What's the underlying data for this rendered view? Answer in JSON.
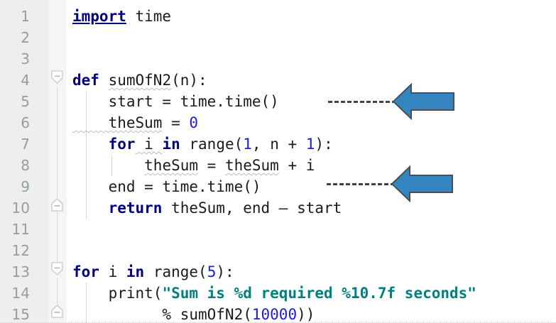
{
  "editor": {
    "language": "Python",
    "background_color": "#ffffff",
    "gutter_color": "#eceeef",
    "line_number_color": "#999c9e",
    "keyword_color": "#000080",
    "number_color": "#1a1aee",
    "string_color": "#008080",
    "text_color": "#1b1b1b",
    "line_numbers": [
      "1",
      "2",
      "3",
      "4",
      "5",
      "6",
      "7",
      "8",
      "9",
      "10",
      "11",
      "12",
      "13",
      "14",
      "15"
    ],
    "lines": [
      {
        "n": "1",
        "text": "import time"
      },
      {
        "n": "2",
        "text": ""
      },
      {
        "n": "3",
        "text": ""
      },
      {
        "n": "4",
        "text": "def sumOfN2(n):"
      },
      {
        "n": "5",
        "text": "    start = time.time()"
      },
      {
        "n": "6",
        "text": "    theSum = 0"
      },
      {
        "n": "7",
        "text": "    for i in range(1, n + 1):"
      },
      {
        "n": "8",
        "text": "        theSum = theSum + i"
      },
      {
        "n": "9",
        "text": "    end = time.time()"
      },
      {
        "n": "10",
        "text": "    return theSum, end - start"
      },
      {
        "n": "11",
        "text": ""
      },
      {
        "n": "12",
        "text": ""
      },
      {
        "n": "13",
        "text": "for i in range(5):"
      },
      {
        "n": "14",
        "text": "    print(\"Sum is %d required %10.7f seconds\""
      },
      {
        "n": "15",
        "text": "          % sumOfN2(10000))"
      }
    ],
    "tokens": {
      "l1_kw": "import",
      "l1_rest": " time",
      "l4_kw": "def",
      "l4_name": "sumOfN2",
      "l4_rest": "(n):",
      "l5_text": "    start = time.time()",
      "l6_name": "    theSum",
      "l6_eq": " = ",
      "l6_num": "0",
      "l7_pre": "    ",
      "l7_for": "for",
      "l7_i": " i ",
      "l7_in": "in",
      "l7_range": " range(",
      "l7_n1": "1",
      "l7_mid": ", n + ",
      "l7_n2": "1",
      "l7_end": "):",
      "l8_pre": "        ",
      "l8_a": "theSum",
      "l8_mid": " = ",
      "l8_b": "theSum",
      "l8_end": " + i",
      "l9_text": "    end = time.time()",
      "l10_pre": "    ",
      "l10_kw": "return",
      "l10_rest": " theSum, end – start",
      "l13_for": "for",
      "l13_i": " i ",
      "l13_in": "in",
      "l13_range": " range(",
      "l13_num": "5",
      "l13_end": "):",
      "l14_pre": "    print(",
      "l14_str": "\"Sum is %d required %10.7f seconds\"",
      "l15_pre": "          % sumOfN2(",
      "l15_num": "10000",
      "l15_end": "))"
    },
    "fold_markers": [
      {
        "line": "4",
        "type": "collapse-down"
      },
      {
        "line": "10",
        "type": "fold-end-up"
      },
      {
        "line": "13",
        "type": "collapse-down"
      },
      {
        "line": "15",
        "type": "fold-end-up"
      }
    ]
  },
  "annotations": {
    "arrow_color": "#3585c0",
    "arrow_border_color": "#4a4f55",
    "dash_color": "#404244",
    "callouts": [
      {
        "id": "callout-start-timer",
        "target_line": "5",
        "points_to": "start = time.time()"
      },
      {
        "id": "callout-end-timer",
        "target_line": "9",
        "points_to": "end = time.time()"
      }
    ]
  }
}
